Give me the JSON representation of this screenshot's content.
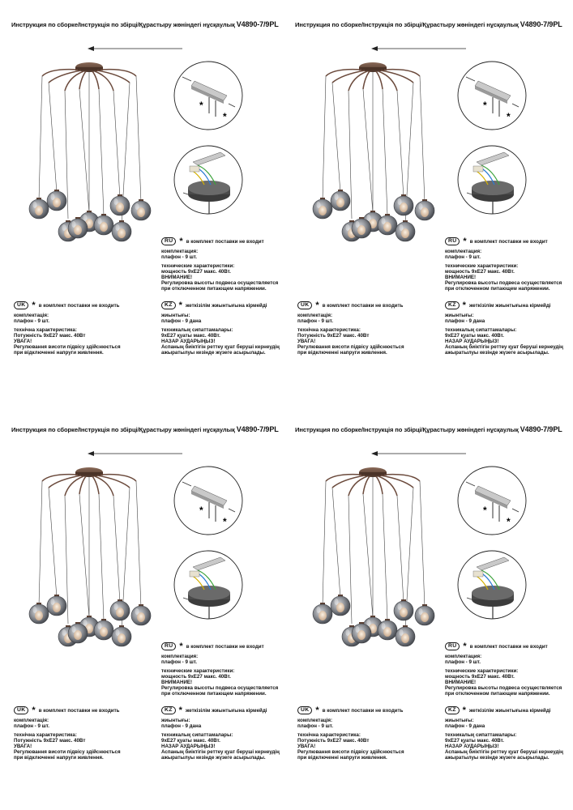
{
  "title_text": "Инструкция по сборке/Інструкція по збірці/Құрастыру жөніндегі нұсқаулық ",
  "model": "V4890-7/9PL",
  "ru": {
    "code": "RU",
    "not_included": "в комплект поставки не входит",
    "kit_label": "комплектация:",
    "kit_value": "плафон - 9 шт.",
    "spec_label": "технические характеристики:",
    "spec_value": "мощность 9xE27 макс. 40Вт.",
    "warn_label": "ВНИМАНИЕ!",
    "warn_line1": "Регулировка высоты подвеса осуществляется",
    "warn_line2": "при отключенном питающем напряжении."
  },
  "uk": {
    "code": "UK",
    "not_included": "в комплект поставки не входить",
    "kit_label": "комплектація:",
    "kit_value": "плафон - 9 шт.",
    "spec_label": "технічна характеристика:",
    "spec_value": "Потужність 9xE27 макс. 40Вт",
    "warn_label": "УВАГА!",
    "warn_line1": "Регулювання висоти підвісу здійснюється",
    "warn_line2": "при відключенні напруги живлення."
  },
  "kz": {
    "code": "KZ",
    "not_included": "жеткізілім жиынтығына кірмейді",
    "kit_label": "жиынтығы:",
    "kit_value": "плафон - 9 дана",
    "spec_label": "техникалық сипаттамалары:",
    "spec_value": "9xE27 қуаты макс. 40Вт.",
    "warn_label": "НАЗАР АУДАРЫҢЫЗ!",
    "warn_line1": "Аспаның биіктігін реттеу қуат беруші кернеудің",
    "warn_line2": "ажыратылуы кезінде жүзеге асырылады."
  },
  "star_symbol": "*",
  "icons": [
    "chandelier-illustration",
    "mounting-bracket-icon",
    "wiring-canopy-icon",
    "asterisk-icon",
    "arrow-left-icon"
  ],
  "colors": {
    "lamp_metal": "#6b4a3c",
    "glass": "#8a8e94",
    "bulb": "#e9d8c4",
    "text": "#111111"
  }
}
